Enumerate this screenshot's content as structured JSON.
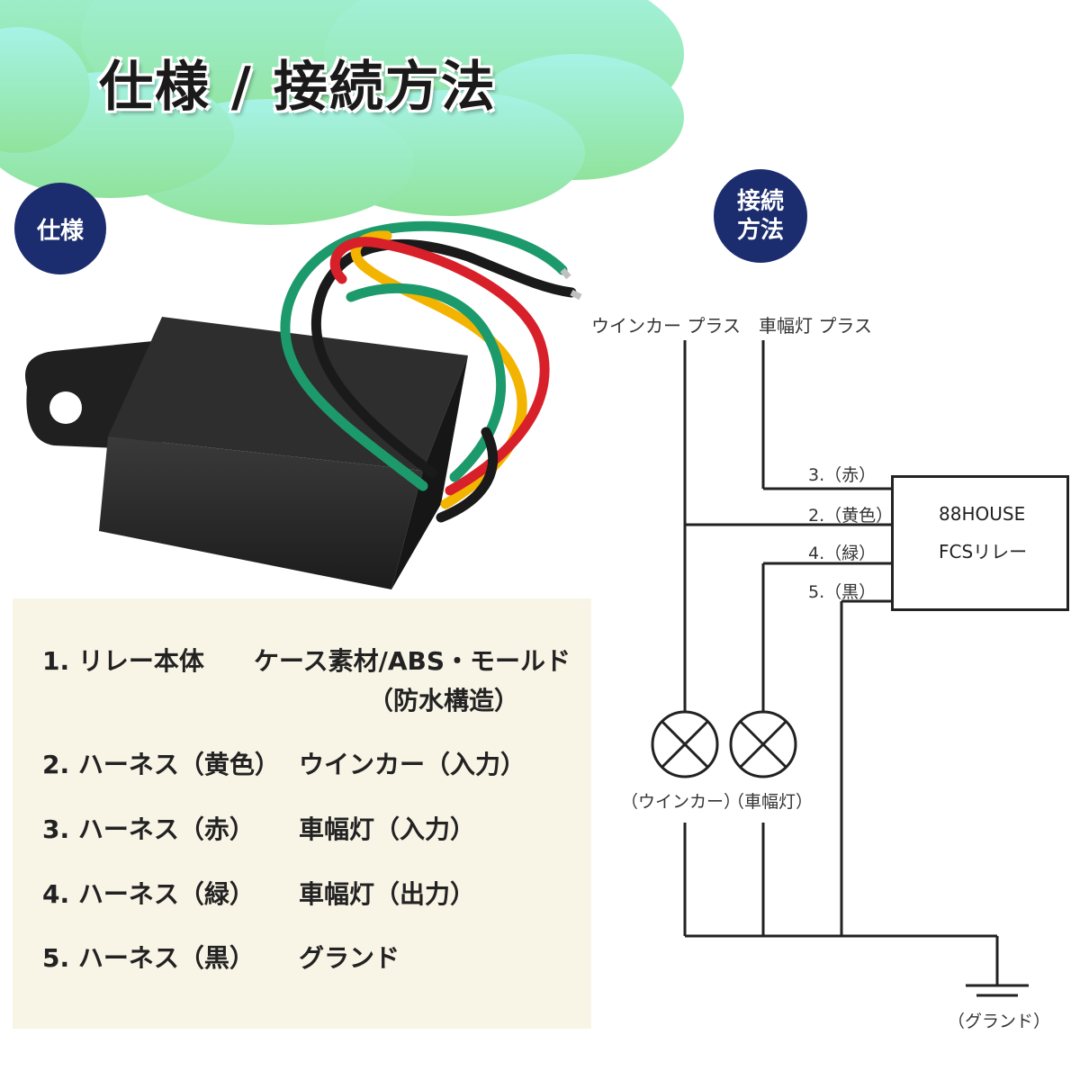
{
  "title": "仕様 / 接続方法",
  "badges": {
    "spec": "仕様",
    "connection_line1": "接続",
    "connection_line2": "方法"
  },
  "spec_rows": [
    {
      "left": "1. リレー本体",
      "right": "ケース素材/ABS・モールド",
      "right_line2": "（防水構造）"
    },
    {
      "left": "2. ハーネス（黄色）",
      "right": "ウインカー（入力）"
    },
    {
      "left": "3. ハーネス（赤）",
      "right": "車幅灯（入力）"
    },
    {
      "left": "4. ハーネス（緑）",
      "right": "車幅灯（出力）"
    },
    {
      "left": "5. ハーネス（黒）",
      "right": "グランド"
    }
  ],
  "diagram": {
    "inputs": {
      "winker_plus": "ウインカー プラス",
      "marker_plus": "車幅灯 プラス"
    },
    "wires": [
      "3.（赤）",
      "2.（黄色）",
      "4.（緑）",
      "5.（黒）"
    ],
    "relay": {
      "line1": "88HOUSE",
      "line2": "FCSリレー"
    },
    "lamps": {
      "winker": "（ウインカー）",
      "marker": "（車幅灯）"
    },
    "ground": "（グランド）"
  },
  "colors": {
    "cloud_top": "#a6f3e6",
    "cloud_bottom": "#8fe39b",
    "badge": "#1b2d6e",
    "panel": "#f8f4e6",
    "wire_green": "#1d9a6c",
    "wire_red": "#d8202a",
    "wire_yellow": "#f3b400",
    "wire_black": "#1a1a1a"
  }
}
